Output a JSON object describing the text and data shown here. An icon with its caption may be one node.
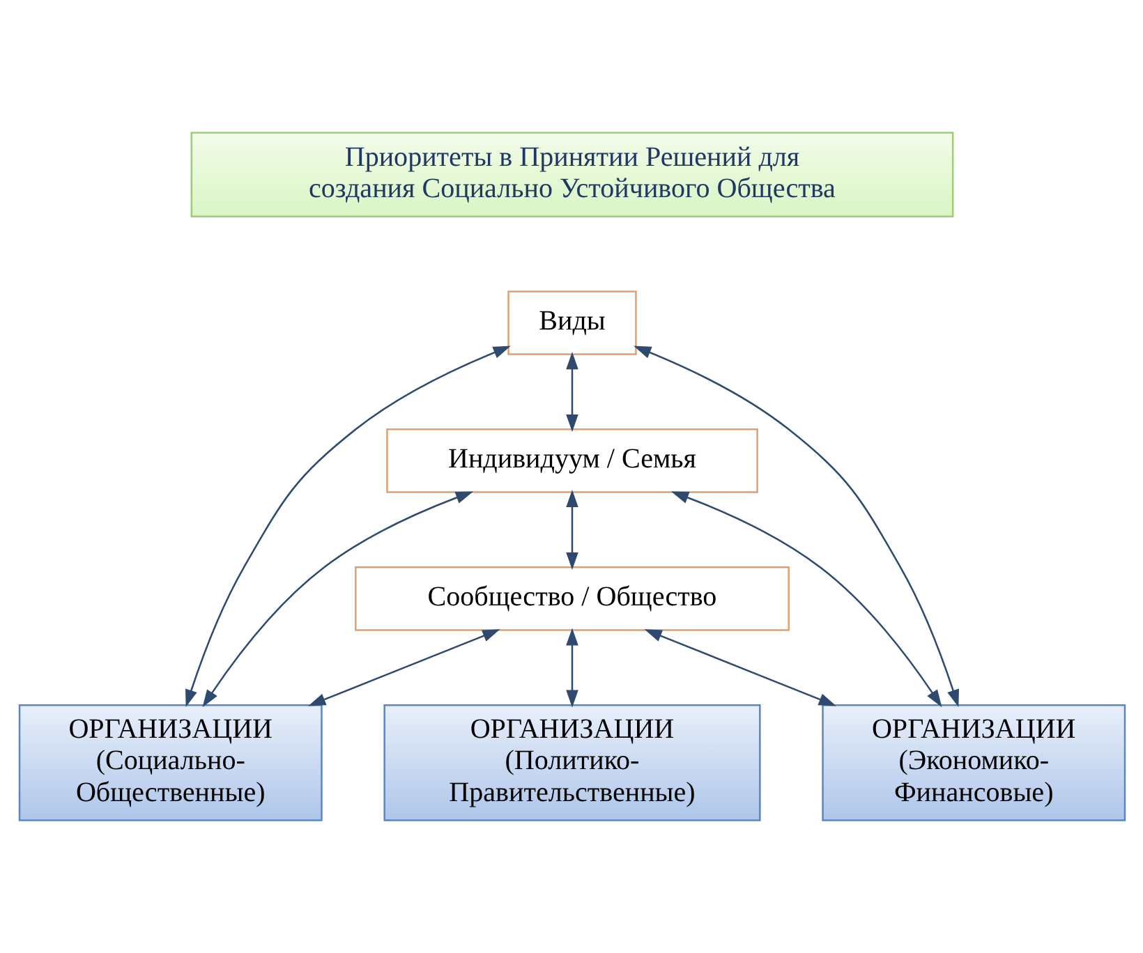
{
  "diagram": {
    "nodes": [
      {
        "text": [
          "Приоритеты в Принятии Решений для создания Социально Устойчивого Общества"
        ]
      },
      {
        "text": [
          "Виды"
        ]
      },
      {
        "text": [
          "Индивидуум / Семья"
        ]
      },
      {
        "text": [
          "Сообщество / Общество"
        ]
      },
      {
        "text": [
          "ОРГАНИЗАЦИИ",
          "(Социально- Общественные)"
        ]
      },
      {
        "text": [
          "ОРГАНИЗАЦИИ",
          "(Политико- Правительственные)"
        ]
      },
      {
        "text": [
          "ОРГАНИЗАЦИИ",
          "(Экономико- Финансовые)"
        ]
      }
    ],
    "edges": [
      {
        "from": 1,
        "to": 2,
        "arrow": "both"
      },
      {
        "from": 2,
        "to": 3,
        "arrow": "both"
      },
      {
        "from": 1,
        "to": 4,
        "arrow": "both"
      },
      {
        "from": 1,
        "to": 6,
        "arrow": "both"
      },
      {
        "from": 2,
        "to": 4,
        "arrow": "both"
      },
      {
        "from": 2,
        "to": 6,
        "arrow": "both"
      },
      {
        "from": 3,
        "to": 4,
        "arrow": "both"
      },
      {
        "from": 3,
        "to": 5,
        "arrow": "both"
      },
      {
        "from": 3,
        "to": 6,
        "arrow": "both"
      }
    ]
  }
}
